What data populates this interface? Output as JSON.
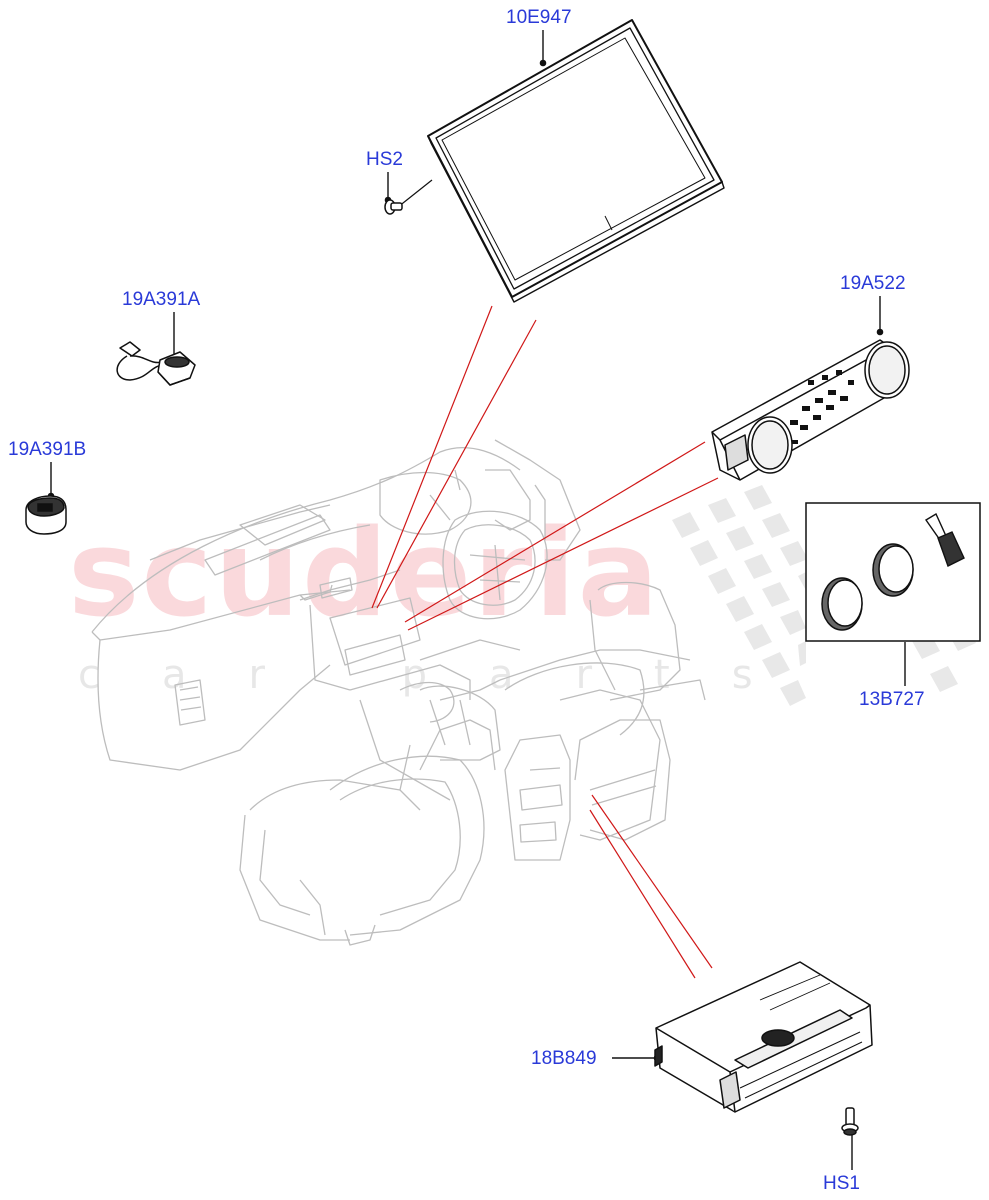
{
  "watermark": {
    "brand": "scuderia",
    "tagline": "car parts"
  },
  "colors": {
    "callout_text": "#2a3ad8",
    "leader_line": "#d01818",
    "part_line": "#111111",
    "ghost_line": "#bdbdbd"
  },
  "callouts": {
    "display_screen": "10E947",
    "screw_hs2": "HS2",
    "usb_socket_a": "19A391A",
    "usb_socket_b": "19A391B",
    "climate_control_panel": "19A522",
    "control_knobs": "13B727",
    "amplifier_module": "18B849",
    "screw_hs1": "HS1"
  }
}
